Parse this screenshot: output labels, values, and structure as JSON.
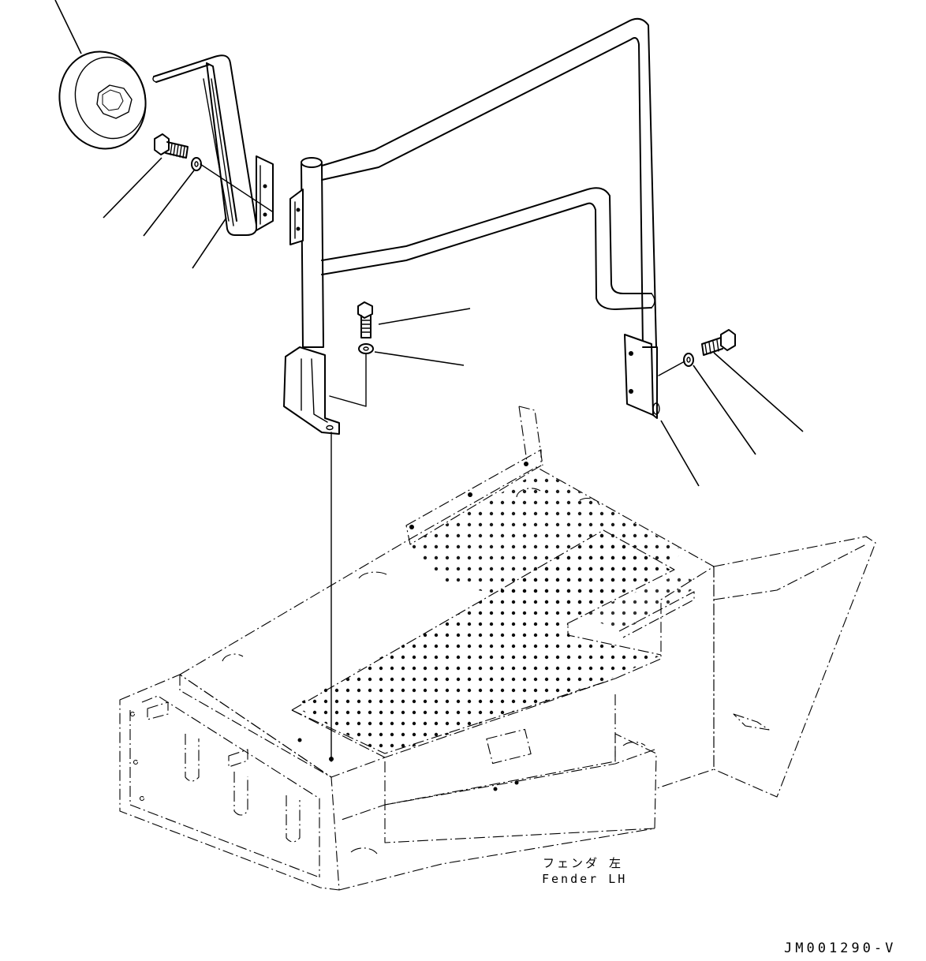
{
  "labels": {
    "fender_jp": "フェンダ 左",
    "fender_en": "Fender LH",
    "drawing_code": "JM001290-V"
  }
}
